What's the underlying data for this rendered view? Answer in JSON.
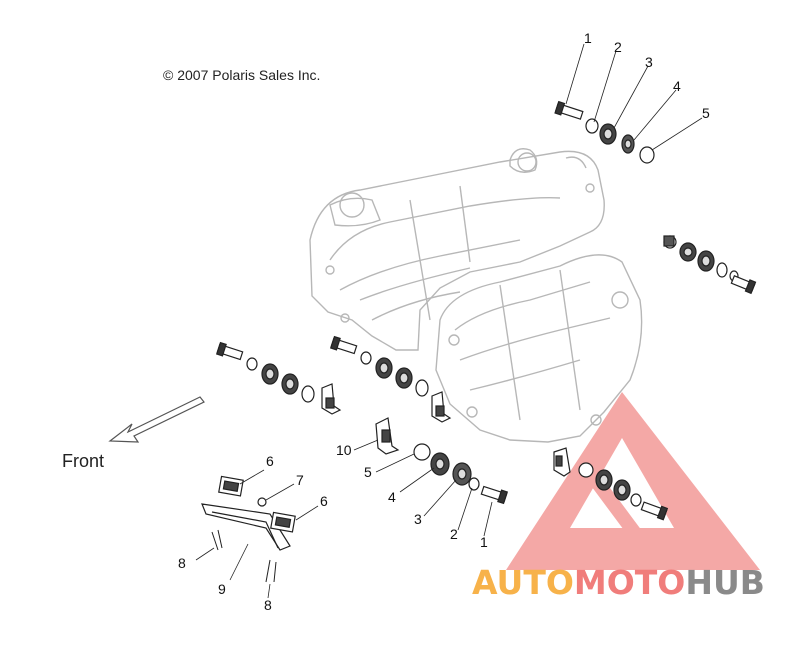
{
  "copyright": "© 2007 Polaris Sales Inc.",
  "direction_label": "Front",
  "watermark": {
    "part1": "AUTO",
    "part2": "MOTO",
    "part3": "HUB",
    "colors": {
      "auto": "#f7b24a",
      "moto": "#f07d7b",
      "hub": "#8a8a8a",
      "logo": "#f39a97"
    }
  },
  "callouts": {
    "top": [
      "1",
      "2",
      "3",
      "4",
      "5"
    ],
    "center": [
      "10",
      "5",
      "4",
      "3",
      "2",
      "1"
    ],
    "bracket": [
      "6",
      "7",
      "6",
      "8",
      "9",
      "8"
    ]
  }
}
